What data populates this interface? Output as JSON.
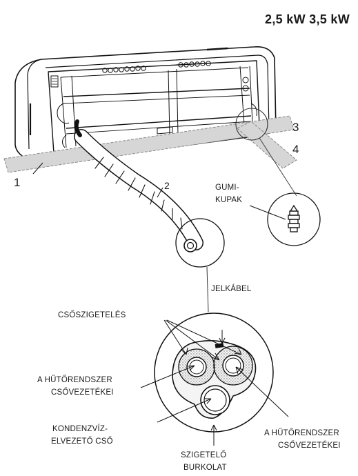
{
  "title": "2,5 kW 3,5 kW",
  "callouts": {
    "n1": "1",
    "n2": "2",
    "n3": "3",
    "n4": "4"
  },
  "labels": {
    "gumi_line1": "GUMI-",
    "gumi_line2": "KUPAK",
    "jelkabel": "JELKÁBEL",
    "csoszigeteles": "CSŐSZIGETELÉS",
    "hutorendszer_left_1": "A HŰTŐRENDSZER",
    "hutorendszer_left_2": "CSŐVEZETÉKEI",
    "hutorendszer_right_1": "A HŰTŐRENDSZER",
    "hutorendszer_right_2": "CSŐVEZETÉKEI",
    "kondenz_1": "KONDENZVÍZ-",
    "kondenz_2": "ELVEZETŐ CSŐ",
    "szigetelo_1": "SZIGETELŐ",
    "szigetelo_2": "BURKOLAT"
  }
}
